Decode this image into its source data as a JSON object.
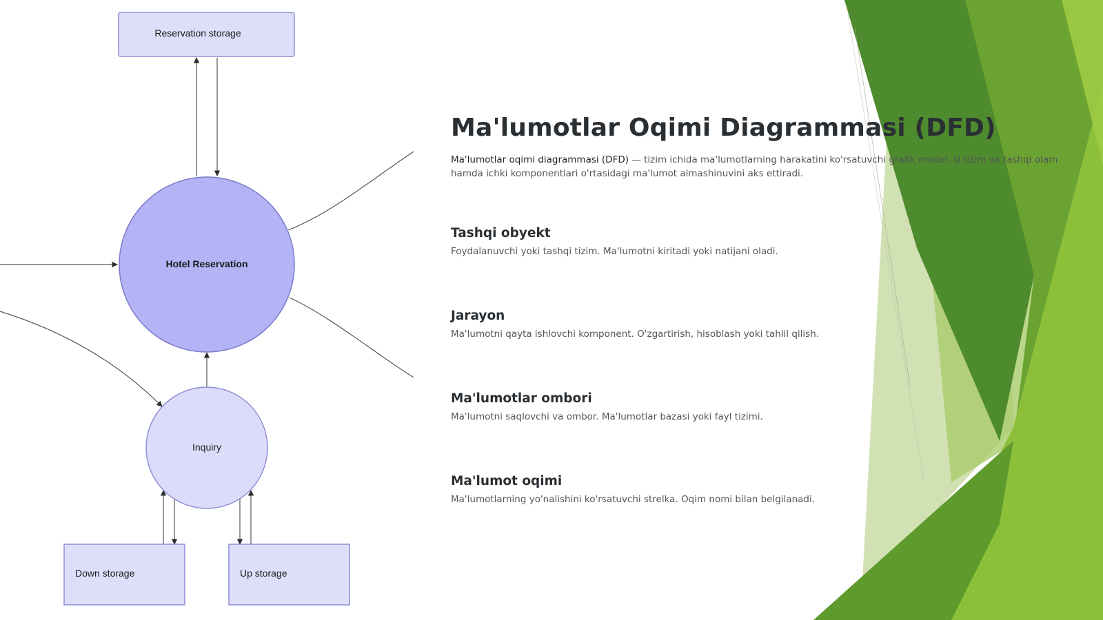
{
  "slide": {
    "title": "Ma'lumotlar Oqimi Diagrammasi (DFD)",
    "intro_term": "Ma'lumotlar oqimi diagrammasi (DFD)",
    "intro_text": " — tizim ichida ma'lumotlarning harakatini ko'rsatuvchi grafik model. U tizim va tashqi olam hamda ichki komponentlari o'rtasidagi ma'lumot almashinuvini aks ettiradi.",
    "sections": [
      {
        "heading": "Tashqi obyekt",
        "text": "Foydalanuvchi yoki tashqi tizim. Ma'lumotni kiritadi yoki natijani oladi."
      },
      {
        "heading": "Jarayon",
        "text": "Ma'lumotni qayta ishlovchi komponent. O'zgartirish, hisoblash yoki tahlil qilish."
      },
      {
        "heading": "Ma'lumotlar ombori",
        "text": "Ma'lumotni saqlovchi va ombor. Ma'lumotlar bazasi yoki fayl tizimi."
      },
      {
        "heading": "Ma'lumot oqimi",
        "text": "Ma'lumotlarning yo'nalishini ko'rsatuvchi strelka. Oqim nomi bilan belgilanadi."
      }
    ]
  },
  "diagram": {
    "reservation_storage": "Reservation storage",
    "hotel_reservation": "Hotel Reservation",
    "inquiry": "Inquiry",
    "down_storage": "Down storage",
    "up_storage": "Up storage"
  },
  "colors": {
    "process_main": "#b3b3f5",
    "process_light": "#dcdcfa",
    "store_fill": "#dedefa",
    "stroke": "#8e8ed6",
    "green_dark": "#4e8a2e",
    "green_mid": "#6aa332",
    "green_bright": "#8dc03a",
    "green_pale": "#c9dca6"
  }
}
